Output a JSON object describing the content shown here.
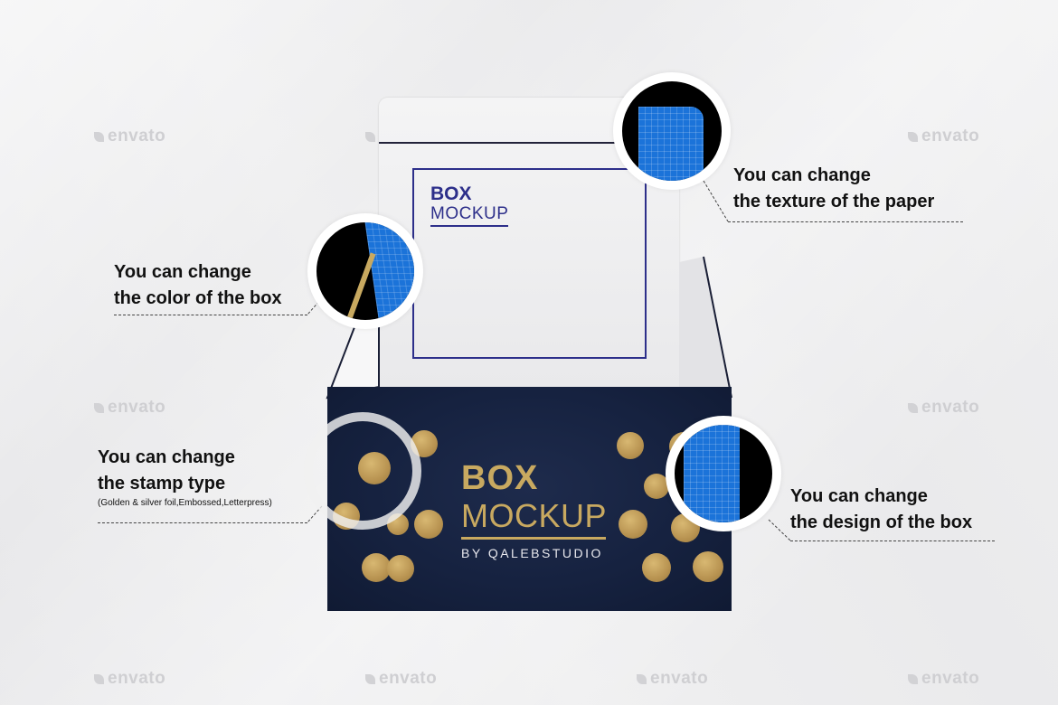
{
  "watermark": {
    "text": "envato"
  },
  "box": {
    "lid_title": "BOX",
    "lid_subtitle": "MOCKUP",
    "front_title": "BOX",
    "front_subtitle": "MOCKUP",
    "front_byline": "BY QALEBSTUDIO",
    "colors": {
      "lid_accent": "#2d2f8a",
      "front_bg": "#162240",
      "gold": "#c8a960",
      "blue": "#1b73d9"
    }
  },
  "callouts": {
    "texture": {
      "line1": "You can change",
      "line2": "the texture of the paper"
    },
    "color": {
      "line1": "You can change",
      "line2": "the color of the box"
    },
    "stamp": {
      "line1": "You can change",
      "line2": "the stamp type",
      "note": "(Golden & silver foil,Embossed,Letterpress)"
    },
    "design": {
      "line1": "You can change",
      "line2": "the design of the box"
    }
  }
}
